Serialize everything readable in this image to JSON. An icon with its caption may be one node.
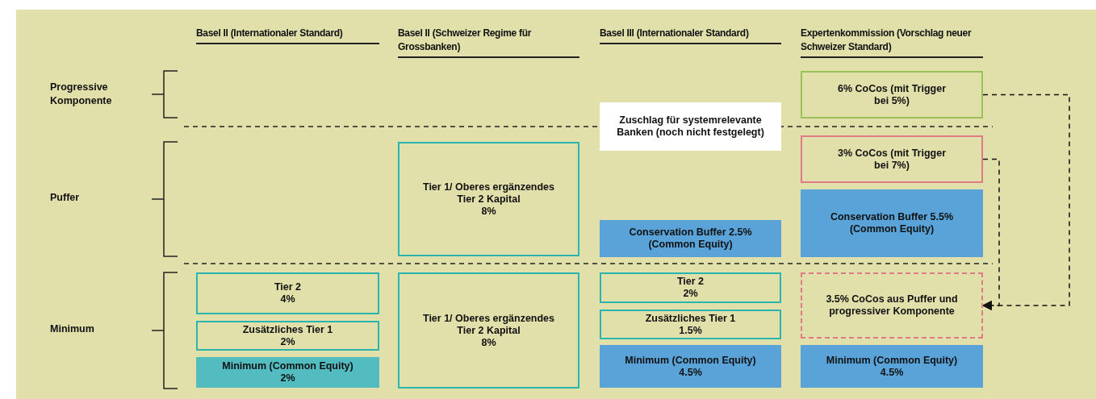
{
  "diagram": {
    "nodes": [
      {
        "text": [
          "Tier 2",
          "4%"
        ]
      },
      {
        "text": [
          "Zusätzliches Tier 1",
          "2%"
        ]
      },
      {
        "text": [
          "Minimum (Common Equity)",
          "2%"
        ]
      },
      {
        "text": [
          "Tier 1/ Oberes ergänzendes Tier 2 Kapital",
          "8%"
        ]
      },
      {
        "text": [
          "Tier 1/ Oberes ergänzendes Tier 2 Kapital",
          "8%"
        ]
      },
      {
        "text": [
          "Zuschlag für systemrelevante Banken (noch nicht festgelegt)"
        ]
      },
      {
        "text": [
          "Conservation Buffer 2.5% (Common Equity)"
        ]
      },
      {
        "text": [
          "Tier 2",
          "2%"
        ]
      },
      {
        "text": [
          "Zusätzliches Tier 1",
          "1.5%"
        ]
      },
      {
        "text": [
          "Minimum (Common Equity)",
          "4.5%"
        ]
      },
      {
        "text": [
          "6% CoCos (mit Trigger bei 5%)"
        ]
      },
      {
        "text": [
          "3% CoCos (mit Trigger bei 7%)"
        ]
      },
      {
        "text": [
          "Conservation Buffer 5.5% (Common Equity)"
        ]
      },
      {
        "text": [
          "3.5% CoCos aus Puffer und progressiver Komponente"
        ]
      },
      {
        "text": [
          "Minimum (Common Equity)",
          "4.5%"
        ]
      }
    ],
    "edges": [
      {
        "from": 10,
        "to": 13,
        "arrow": "to",
        "style": "dashed"
      },
      {
        "from": 11,
        "to": 13,
        "arrow": "to",
        "style": "dashed"
      }
    ],
    "labels": [
      "Basel II (Internationaler Standard)",
      "Basel II (Schweizer Regime für Grossbanken)",
      "Basel III (Internationaler Standard)",
      "Expertenkommission (Vorschlag neuer Schweizer Standard)",
      "Progressive Komponente",
      "Puffer",
      "Minimum"
    ]
  }
}
